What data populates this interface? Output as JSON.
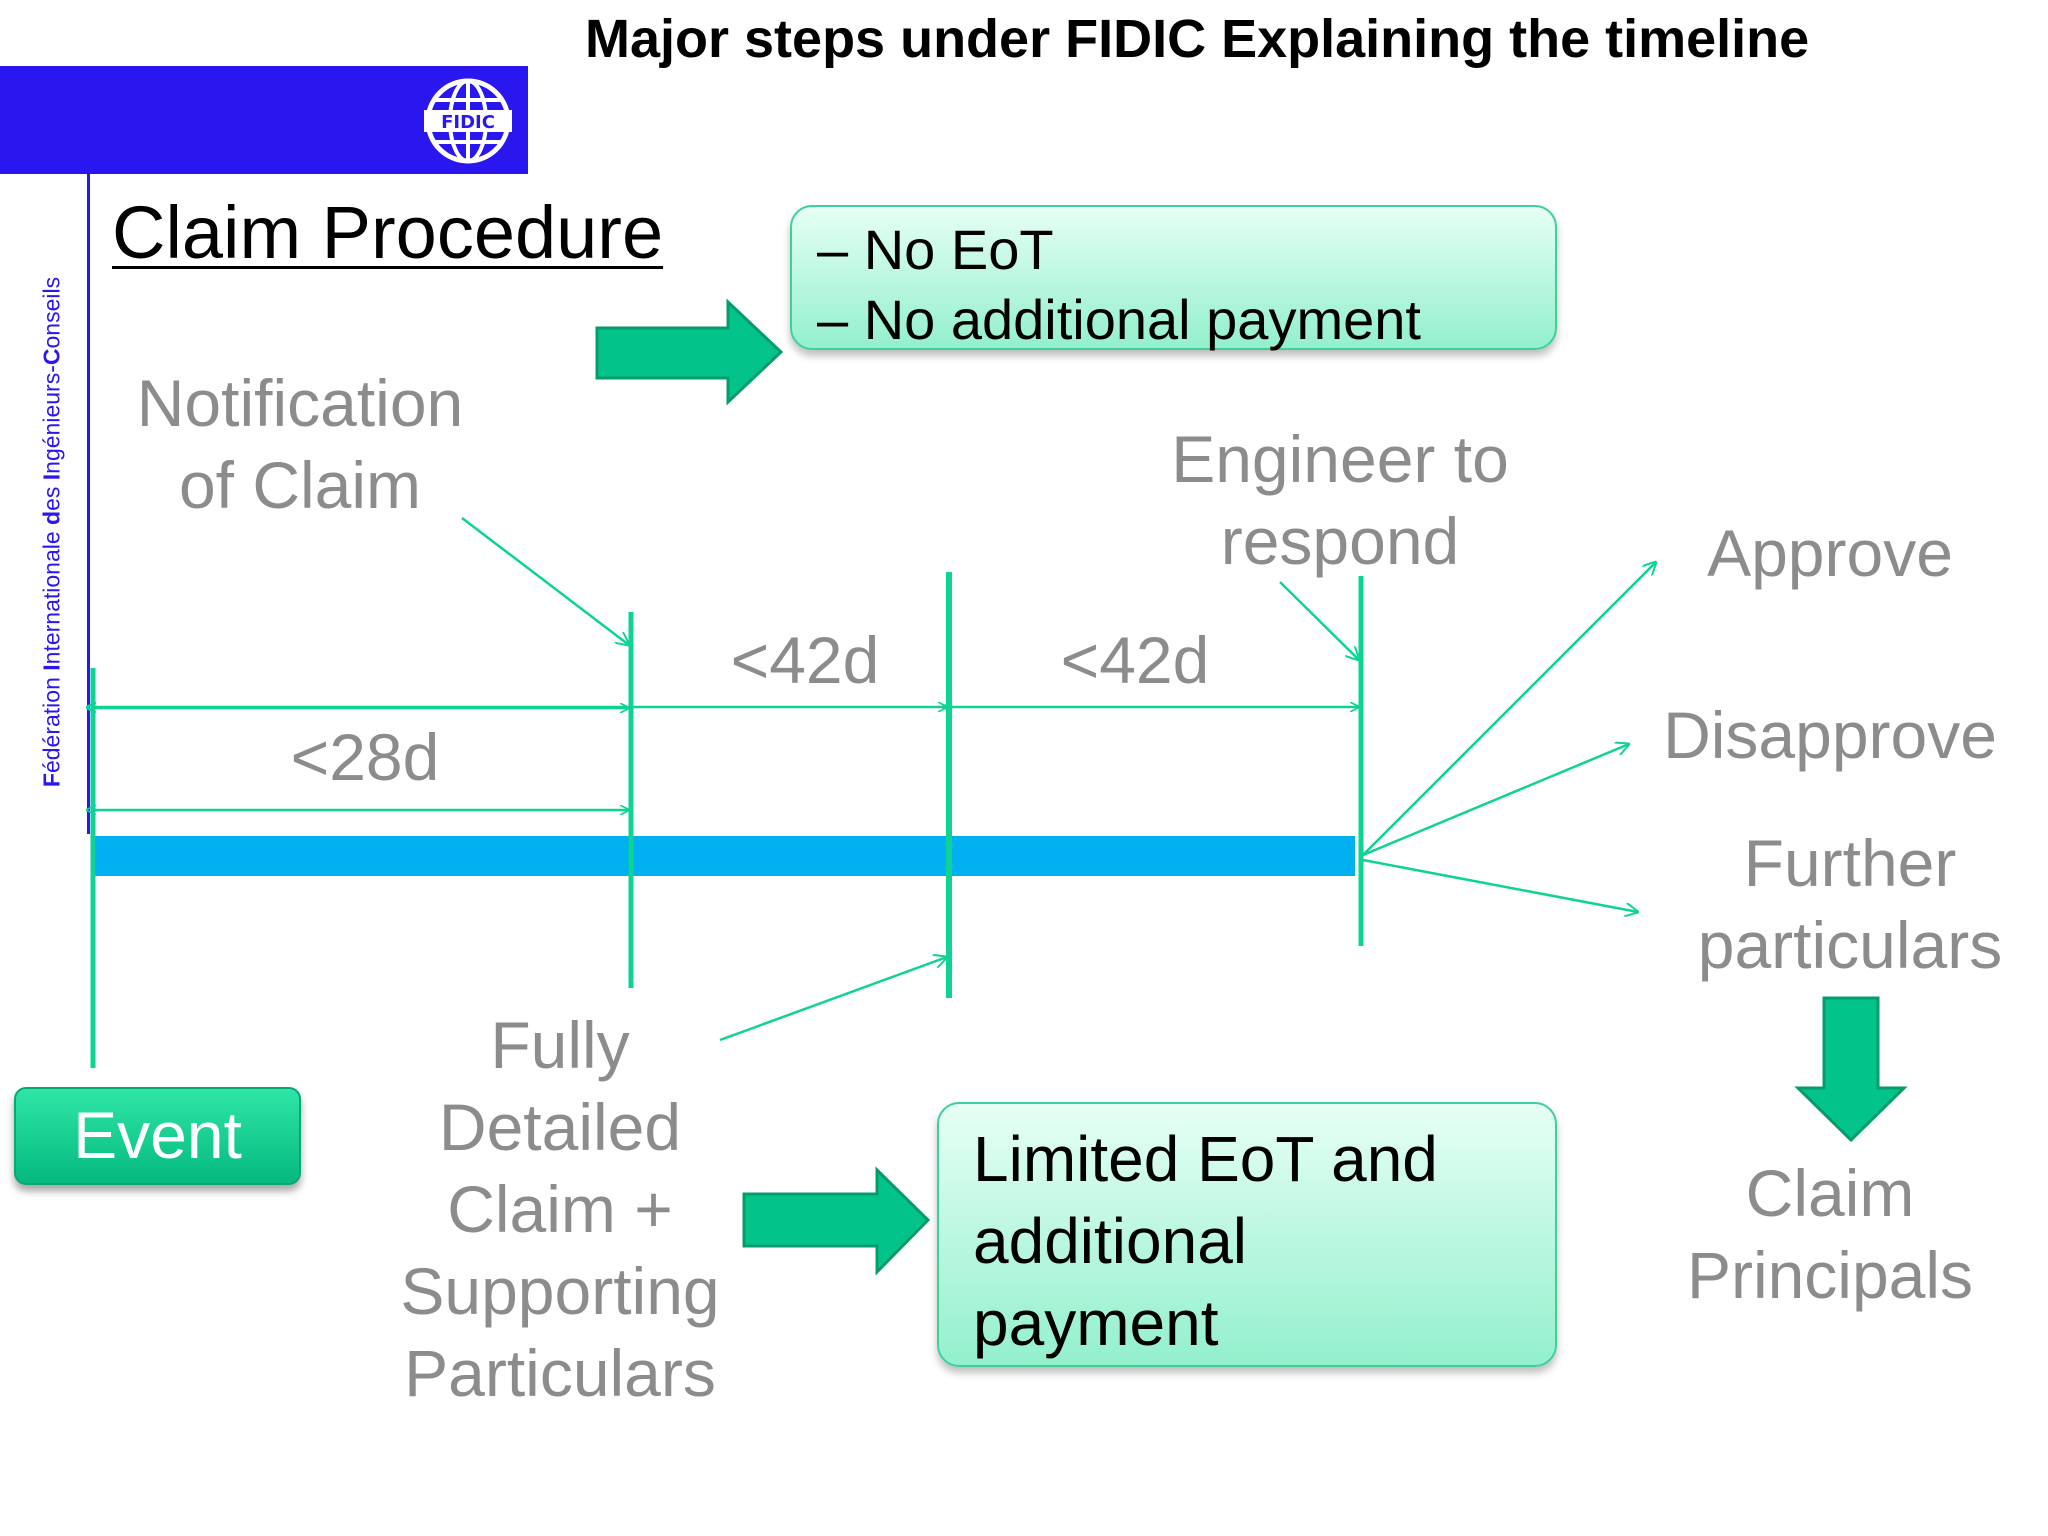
{
  "slide_title": "Major steps under FIDIC Explaining the timeline",
  "logo": {
    "text": "FIDIC"
  },
  "sidebar": {
    "parts": [
      {
        "text": "F",
        "bold": true
      },
      {
        "text": "édération ",
        "bold": false
      },
      {
        "text": "I",
        "bold": true
      },
      {
        "text": "nternationale ",
        "bold": false
      },
      {
        "text": "d",
        "bold": true
      },
      {
        "text": "es ",
        "bold": false
      },
      {
        "text": "I",
        "bold": true
      },
      {
        "text": "ngénieurs-",
        "bold": false
      },
      {
        "text": "C",
        "bold": true
      },
      {
        "text": "onseils",
        "bold": false
      }
    ]
  },
  "heading": "Claim Procedure",
  "no_eot_box": {
    "line1": "– No EoT",
    "line2": "– No additional payment"
  },
  "notification": {
    "line1": "Notification",
    "line2": "of Claim"
  },
  "engineer": {
    "line1": "Engineer to",
    "line2": "respond"
  },
  "durations": {
    "d28": "<28d",
    "d42_a": "<42d",
    "d42_b": "<42d"
  },
  "outcomes": {
    "approve": "Approve",
    "disapprove": "Disapprove",
    "further_line1": "Further",
    "further_line2": "particulars"
  },
  "claim_principals": {
    "line1": "Claim",
    "line2": "Principals"
  },
  "event_label": "Event",
  "fully_detailed": {
    "line1": "Fully",
    "line2": "Detailed",
    "line3": "Claim +",
    "line4": "Supporting",
    "line5": "Particulars"
  },
  "limited_box": {
    "line1": "Limited EoT and",
    "line2": "additional",
    "line3": "payment"
  },
  "colors": {
    "brand_blue": "#2a17f0",
    "timeline_bar": "#00b0f0",
    "marker_green": "#0ed394",
    "arrow_fill": "#02c38a",
    "label_gray": "#8c8c8c"
  }
}
